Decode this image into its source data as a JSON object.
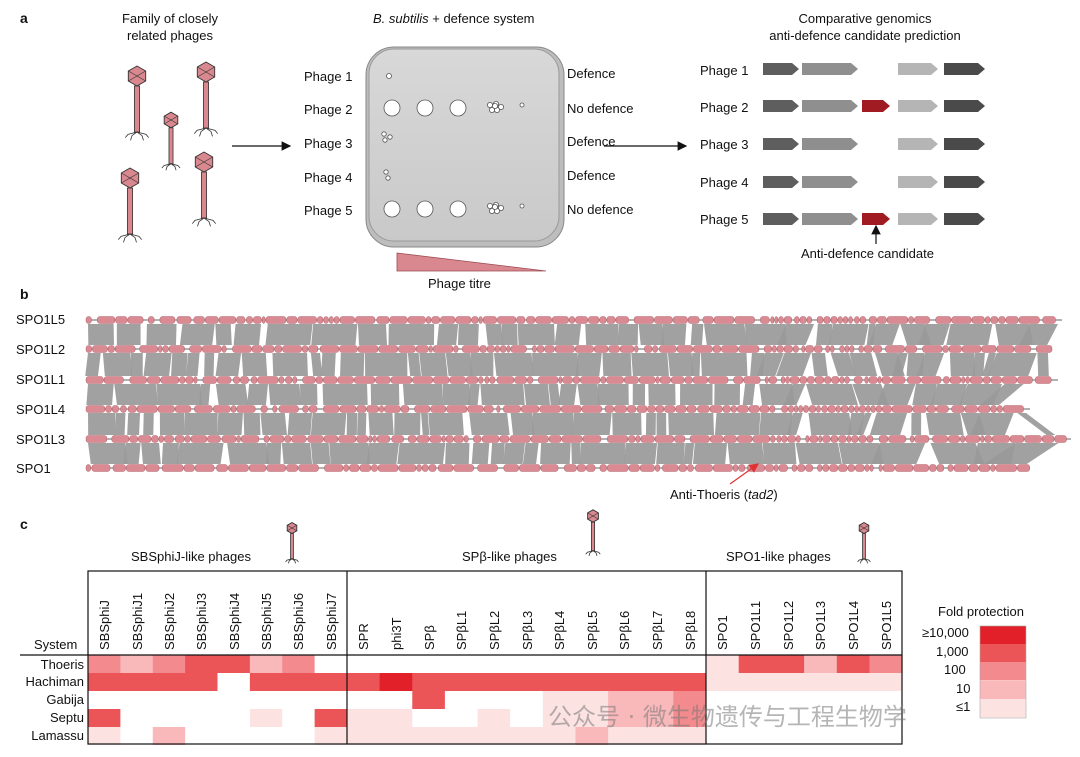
{
  "panel_a": {
    "label": "a",
    "left_title": [
      "Family of closely",
      "related phages"
    ],
    "plate_title_italic": "B. subtilis",
    "plate_title_rest": " + defence system",
    "right_title": [
      "Comparative genomics",
      "anti-defence candidate prediction"
    ],
    "phages": [
      "Phage 1",
      "Phage 2",
      "Phage 3",
      "Phage 4",
      "Phage 5"
    ],
    "outcomes": [
      "Defence",
      "No defence",
      "Defence",
      "Defence",
      "No defence"
    ],
    "titre_label": "Phage titre",
    "candidate_label": "Anti-defence candidate",
    "gene_colors": [
      "#5e5e5e",
      "#8f8f8f",
      "#a01c22",
      "#b5b5b5",
      "#4a4a4a"
    ],
    "candidate_present": [
      false,
      true,
      false,
      false,
      true
    ]
  },
  "panel_b": {
    "label": "b",
    "genomes": [
      "SPO1L5",
      "SPO1L2",
      "SPO1L1",
      "SPO1L4",
      "SPO1L3",
      "SPO1"
    ],
    "annotation_prefix": "Anti-Thoeris (",
    "annotation_gene": "tad2",
    "annotation_suffix": ")",
    "gene_color": "#d98a93",
    "link_color": "#999999"
  },
  "panel_c": {
    "label": "c",
    "groups": [
      {
        "name": "SBSphiJ-like phages",
        "phages": [
          "SBSphiJ",
          "SBSphiJ1",
          "SBSphiJ2",
          "SBSphiJ3",
          "SBSphiJ4",
          "SBSphiJ5",
          "SBSphiJ6",
          "SBSphiJ7"
        ]
      },
      {
        "name": "SPβ-like phages",
        "phages": [
          "SPR",
          "phi3T",
          "SPβ",
          "SPβL1",
          "SPβL2",
          "SPβL3",
          "SPβL4",
          "SPβL5",
          "SPβL6",
          "SPβL7",
          "SPβL8"
        ]
      },
      {
        "name": "SPO1-like phages",
        "phages": [
          "SPO1",
          "SPO1L1",
          "SPO1L2",
          "SPO1L3",
          "SPO1L4",
          "SPO1L5"
        ]
      }
    ],
    "system_header": "System",
    "systems": [
      "Thoeris",
      "Hachiman",
      "Gabija",
      "Septu",
      "Lamassu"
    ],
    "heatmap": [
      [
        3,
        2,
        3,
        4,
        4,
        2,
        3,
        0,
        0,
        0,
        0,
        0,
        0,
        0,
        0,
        0,
        0,
        0,
        0,
        1,
        4,
        4,
        2,
        4,
        3
      ],
      [
        4,
        4,
        4,
        4,
        0,
        4,
        4,
        4,
        4,
        5,
        4,
        4,
        4,
        4,
        4,
        4,
        4,
        4,
        4,
        1,
        1,
        1,
        1,
        1,
        1
      ],
      [
        0,
        0,
        0,
        0,
        0,
        0,
        0,
        0,
        0,
        0,
        4,
        0,
        0,
        0,
        1,
        1,
        2,
        2,
        3,
        0,
        0,
        0,
        0,
        0,
        0
      ],
      [
        4,
        0,
        0,
        0,
        0,
        1,
        0,
        4,
        1,
        1,
        0,
        0,
        1,
        0,
        1,
        1,
        2,
        2,
        3,
        0,
        0,
        0,
        0,
        0,
        0
      ],
      [
        1,
        0,
        2,
        0,
        0,
        0,
        0,
        1,
        1,
        1,
        1,
        1,
        1,
        1,
        1,
        2,
        1,
        1,
        1,
        0,
        0,
        0,
        0,
        0,
        0
      ]
    ],
    "scale_colors": [
      "#ffffff",
      "#fde2e2",
      "#f9b9bb",
      "#f38a8d",
      "#ec5558",
      "#e2202a"
    ],
    "legend_title": "Fold protection",
    "legend_labels": [
      "≥10,000",
      "1,000",
      "100",
      "10",
      "≤1"
    ]
  },
  "watermark": "公众号 · 微生物遗传与工程生物学"
}
